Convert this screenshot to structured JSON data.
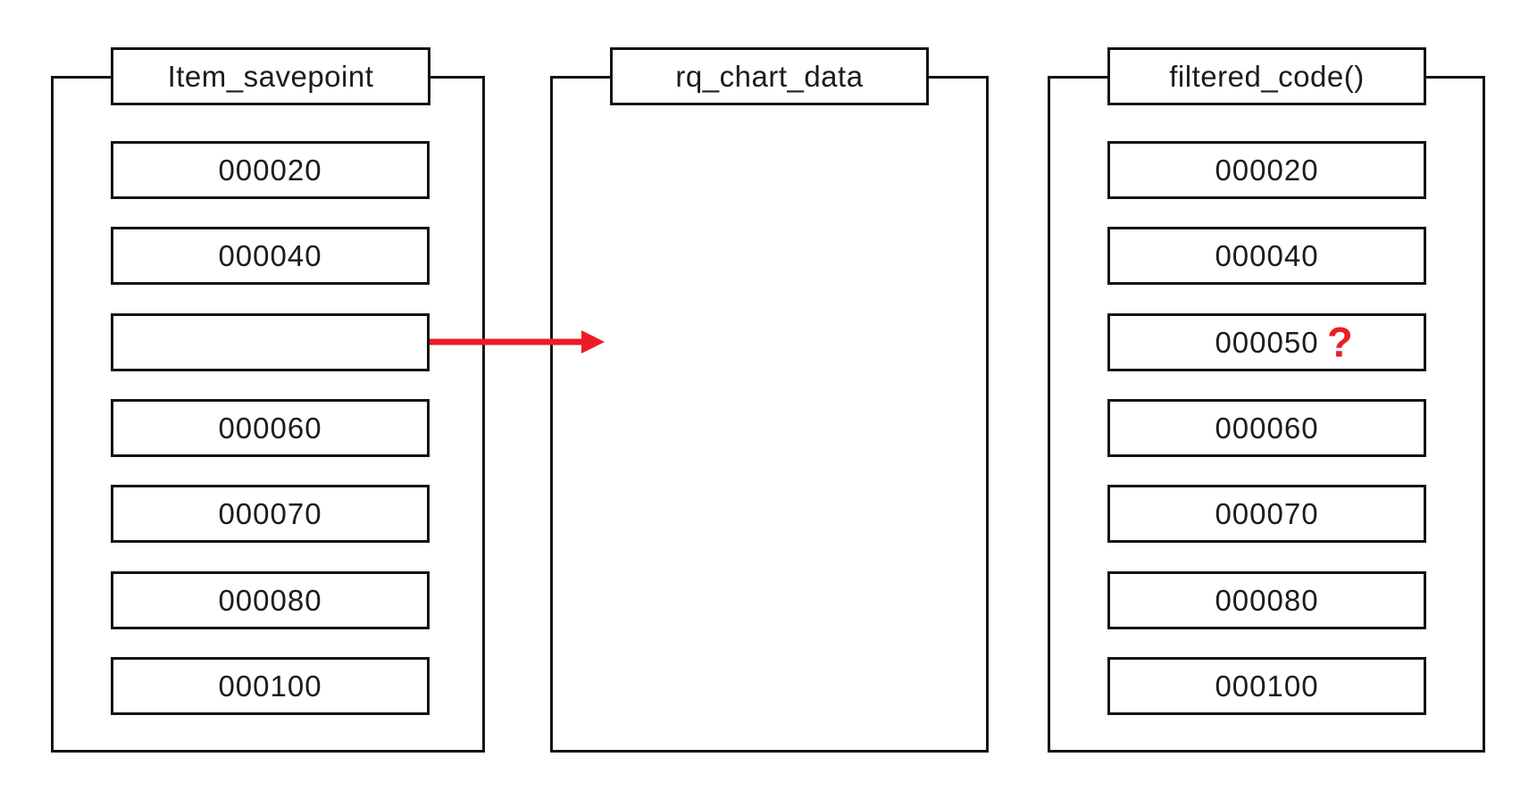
{
  "diagram": {
    "columns": [
      {
        "title": "Item_savepoint",
        "items": [
          "000020",
          "000040",
          "",
          "000060",
          "000070",
          "000080",
          "000100"
        ]
      },
      {
        "title": "rq_chart_data",
        "items": []
      },
      {
        "title": "filtered_code()",
        "items": [
          "000020",
          "000040",
          "000050",
          "000060",
          "000070",
          "000080",
          "000100"
        ]
      }
    ],
    "annotations": {
      "question_mark": "?",
      "question_mark_on": "000050"
    },
    "arrow": {
      "direction": "left-to-right",
      "from_slot": "empty slot of Item_savepoint",
      "to": "rq_chart_data",
      "color": "#ed1c24"
    },
    "colors": {
      "line": "#141414",
      "text": "#1c1c1c",
      "accent_red": "#ed1c24",
      "background": "#ffffff"
    }
  }
}
